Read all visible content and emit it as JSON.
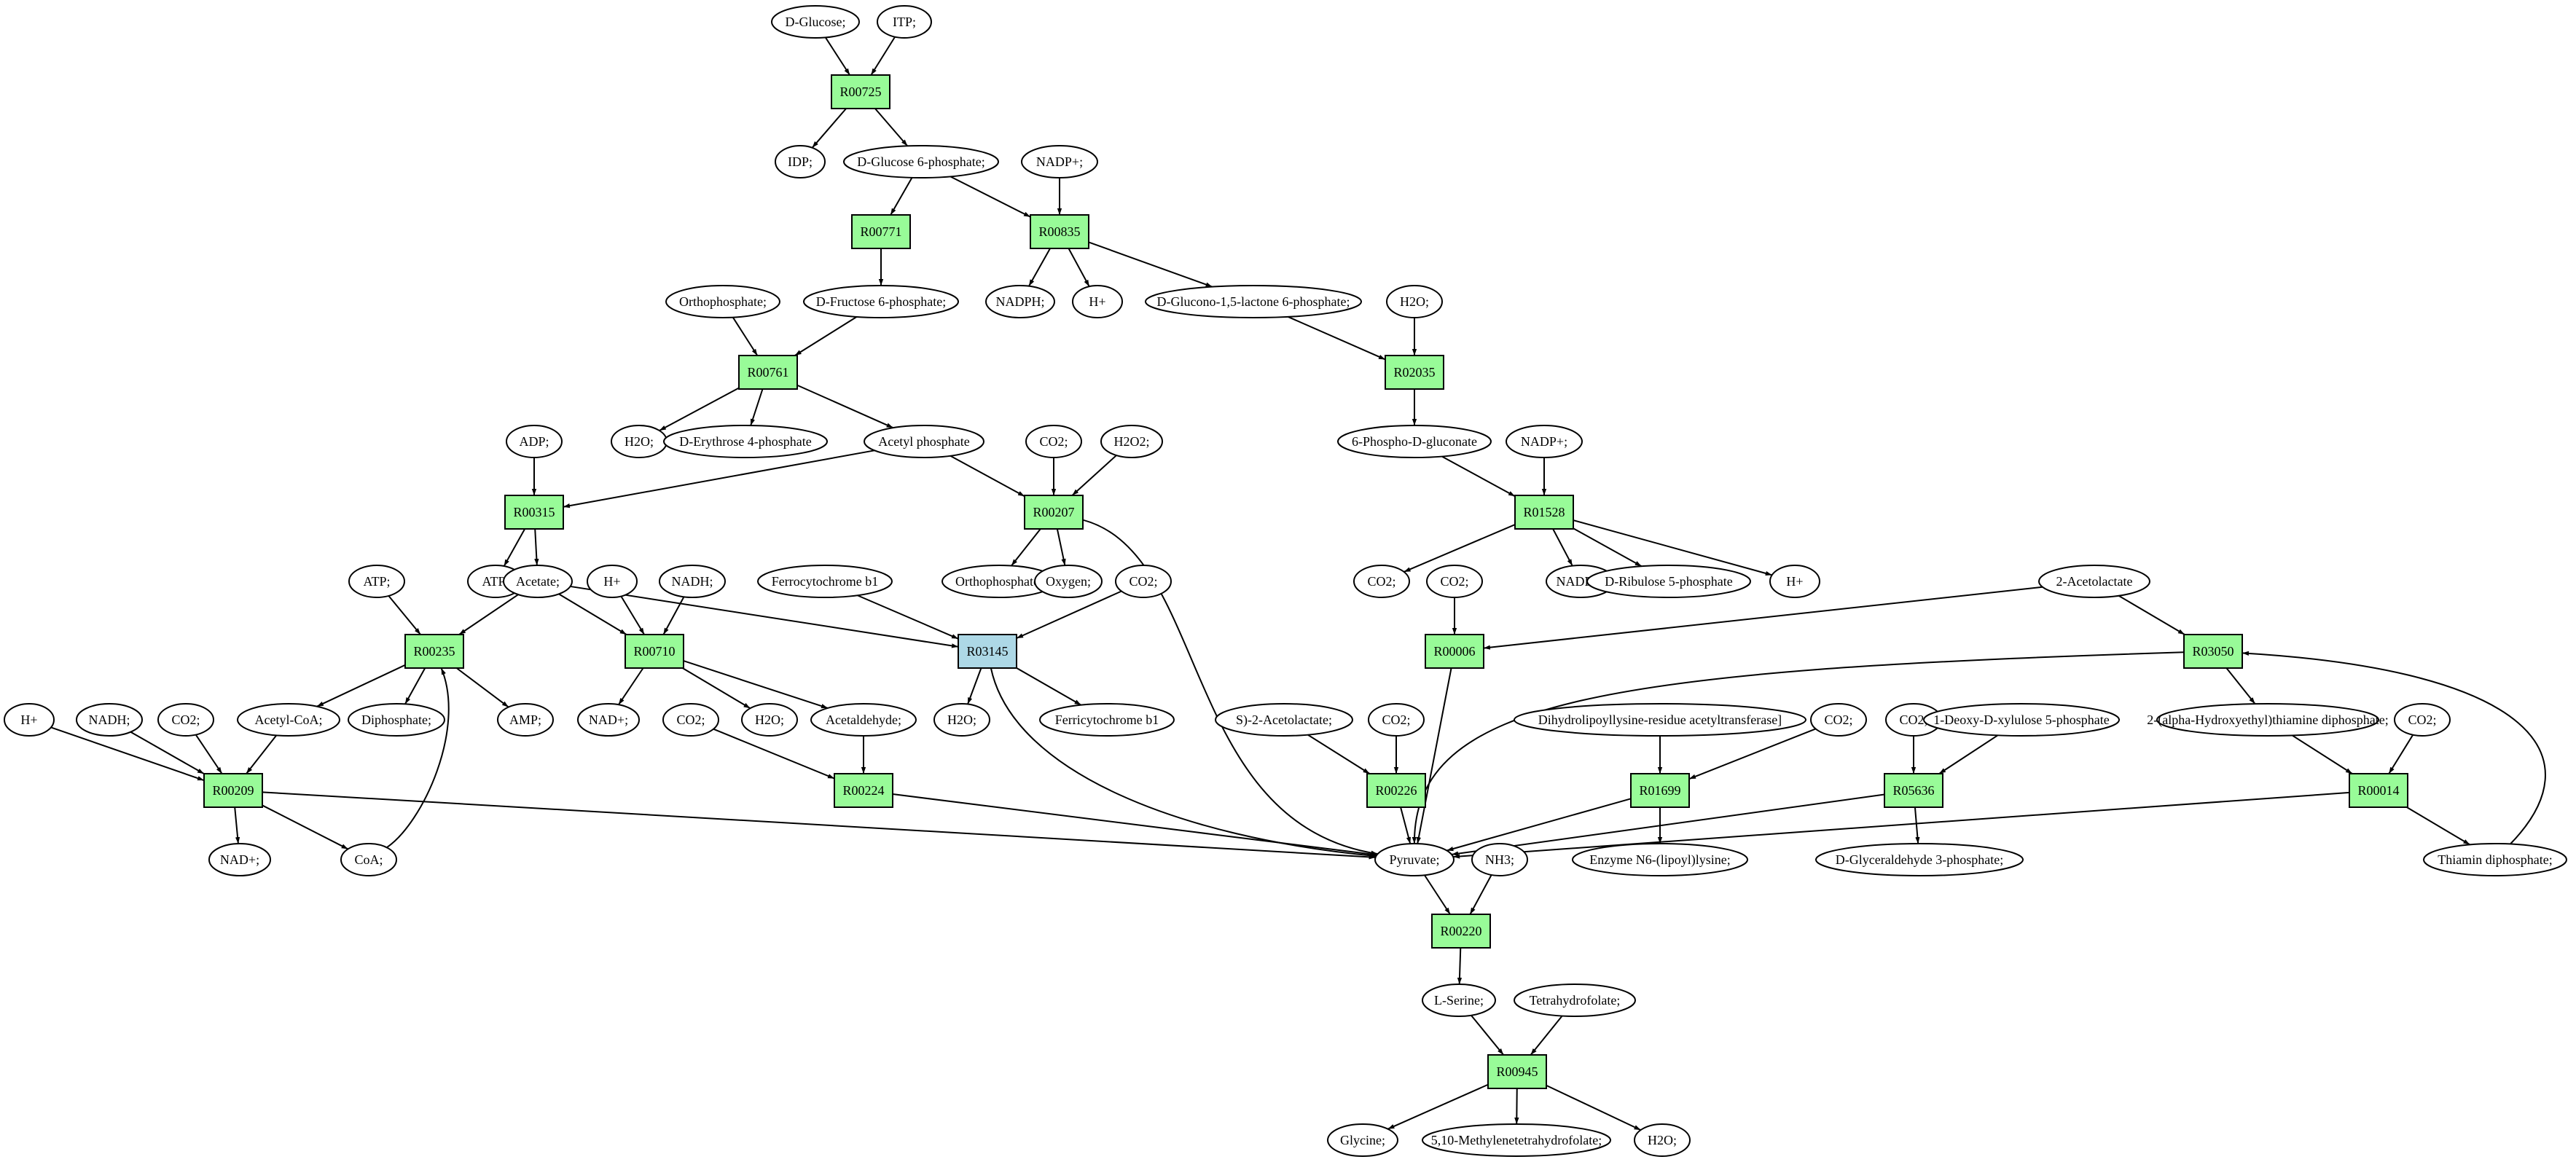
{
  "colors": {
    "reaction": "#98fb98",
    "reaction_alt": "#add8e6",
    "start_node": "#00ff00",
    "end_node": "#ffff00",
    "metabolite": "#ffffff"
  },
  "nodes": [
    {
      "id": "glc",
      "label": "D-Glucose;",
      "kind": "start"
    },
    {
      "id": "itp",
      "label": "ITP;"
    },
    {
      "id": "r00725",
      "label": "R00725",
      "kind": "reaction"
    },
    {
      "id": "idp",
      "label": "IDP;"
    },
    {
      "id": "g6p",
      "label": "D-Glucose 6-phosphate;"
    },
    {
      "id": "nadp1",
      "label": "NADP+;"
    },
    {
      "id": "r00771",
      "label": "R00771",
      "kind": "reaction"
    },
    {
      "id": "r00835",
      "label": "R00835",
      "kind": "reaction"
    },
    {
      "id": "nadph1",
      "label": "NADPH;"
    },
    {
      "id": "hplus1",
      "label": "H+"
    },
    {
      "id": "gdl6p",
      "label": "D-Glucono-1,5-lactone 6-phosphate;"
    },
    {
      "id": "ortho1",
      "label": "Orthophosphate;"
    },
    {
      "id": "f6p",
      "label": "D-Fructose 6-phosphate;"
    },
    {
      "id": "h2o1",
      "label": "H2O;"
    },
    {
      "id": "r00761",
      "label": "R00761",
      "kind": "reaction"
    },
    {
      "id": "r02035",
      "label": "R02035",
      "kind": "reaction"
    },
    {
      "id": "h2o2",
      "label": "H2O;"
    },
    {
      "id": "e4p",
      "label": "D-Erythrose 4-phosphate"
    },
    {
      "id": "acp",
      "label": "Acetyl phosphate"
    },
    {
      "id": "adp",
      "label": "ADP;"
    },
    {
      "id": "co2a",
      "label": "CO2;"
    },
    {
      "id": "h2o2b",
      "label": "H2O2;"
    },
    {
      "id": "pgluc",
      "label": "6-Phospho-D-gluconate"
    },
    {
      "id": "nadp2",
      "label": "NADP+;"
    },
    {
      "id": "r00315",
      "label": "R00315",
      "kind": "reaction"
    },
    {
      "id": "r00207",
      "label": "R00207",
      "kind": "reaction"
    },
    {
      "id": "r01528",
      "label": "R01528",
      "kind": "reaction"
    },
    {
      "id": "atp1",
      "label": "ATP;"
    },
    {
      "id": "atp2",
      "label": "ATP;"
    },
    {
      "id": "acetate",
      "label": "Acetate;"
    },
    {
      "id": "hplus2",
      "label": "H+"
    },
    {
      "id": "nadh1",
      "label": "NADH;"
    },
    {
      "id": "ferro",
      "label": "Ferrocytochrome b1"
    },
    {
      "id": "ortho2",
      "label": "Orthophosphate;"
    },
    {
      "id": "oxygen",
      "label": "Oxygen;"
    },
    {
      "id": "co2b",
      "label": "CO2;"
    },
    {
      "id": "co2c",
      "label": "CO2;"
    },
    {
      "id": "co2d",
      "label": "CO2;"
    },
    {
      "id": "nadph2",
      "label": "NADPH;"
    },
    {
      "id": "ru5p",
      "label": "D-Ribulose 5-phosphate"
    },
    {
      "id": "hplus3",
      "label": "H+"
    },
    {
      "id": "acetolac",
      "label": "2-Acetolactate"
    },
    {
      "id": "r00235",
      "label": "R00235",
      "kind": "reaction"
    },
    {
      "id": "r00710",
      "label": "R00710",
      "kind": "reaction"
    },
    {
      "id": "r03145",
      "label": "R03145",
      "kind": "reaction_alt"
    },
    {
      "id": "r00006",
      "label": "R00006",
      "kind": "reaction"
    },
    {
      "id": "r03050",
      "label": "R03050",
      "kind": "reaction"
    },
    {
      "id": "hplus4",
      "label": "H+"
    },
    {
      "id": "nadh2",
      "label": "NADH;"
    },
    {
      "id": "co2e",
      "label": "CO2;"
    },
    {
      "id": "acoa",
      "label": "Acetyl-CoA;"
    },
    {
      "id": "pp",
      "label": "Diphosphate;"
    },
    {
      "id": "amp",
      "label": "AMP;"
    },
    {
      "id": "nad1",
      "label": "NAD+;"
    },
    {
      "id": "h2o3",
      "label": "H2O;"
    },
    {
      "id": "co2f",
      "label": "CO2;"
    },
    {
      "id": "acald",
      "label": "Acetaldehyde;"
    },
    {
      "id": "h2o4",
      "label": "H2O;"
    },
    {
      "id": "ferri",
      "label": "Ferricytochrome b1"
    },
    {
      "id": "sacetolac",
      "label": "S)-2-Acetolactate;"
    },
    {
      "id": "co2g",
      "label": "CO2;"
    },
    {
      "id": "dihydro",
      "label": "Dihydrolipoyllysine-residue acetyltransferase]"
    },
    {
      "id": "co2h",
      "label": "CO2;"
    },
    {
      "id": "co2i",
      "label": "CO2;"
    },
    {
      "id": "dx5p",
      "label": "1-Deoxy-D-xylulose 5-phosphate"
    },
    {
      "id": "hetpp",
      "label": "2-(alpha-Hydroxyethyl)thiamine diphosphate;"
    },
    {
      "id": "co2j",
      "label": "CO2;"
    },
    {
      "id": "r00209",
      "label": "R00209",
      "kind": "reaction"
    },
    {
      "id": "r00224",
      "label": "R00224",
      "kind": "reaction"
    },
    {
      "id": "r00226",
      "label": "R00226",
      "kind": "reaction"
    },
    {
      "id": "r01699",
      "label": "R01699",
      "kind": "reaction"
    },
    {
      "id": "r05636",
      "label": "R05636",
      "kind": "reaction"
    },
    {
      "id": "r00014",
      "label": "R00014",
      "kind": "reaction"
    },
    {
      "id": "nad2",
      "label": "NAD+;"
    },
    {
      "id": "coa",
      "label": "CoA;"
    },
    {
      "id": "pyr",
      "label": "Pyruvate;"
    },
    {
      "id": "nh3",
      "label": "NH3;"
    },
    {
      "id": "lipoyl",
      "label": "Enzyme N6-(lipoyl)lysine;"
    },
    {
      "id": "gap",
      "label": "D-Glyceraldehyde 3-phosphate;"
    },
    {
      "id": "tpp",
      "label": "Thiamin diphosphate;"
    },
    {
      "id": "r00220",
      "label": "R00220",
      "kind": "reaction"
    },
    {
      "id": "ser",
      "label": "L-Serine;"
    },
    {
      "id": "thf",
      "label": "Tetrahydrofolate;"
    },
    {
      "id": "r00945",
      "label": "R00945",
      "kind": "reaction"
    },
    {
      "id": "gly",
      "label": "Glycine;",
      "kind": "end"
    },
    {
      "id": "mthf",
      "label": "5,10-Methylenetetrahydrofolate;"
    },
    {
      "id": "h2o5",
      "label": "H2O;"
    }
  ]
}
